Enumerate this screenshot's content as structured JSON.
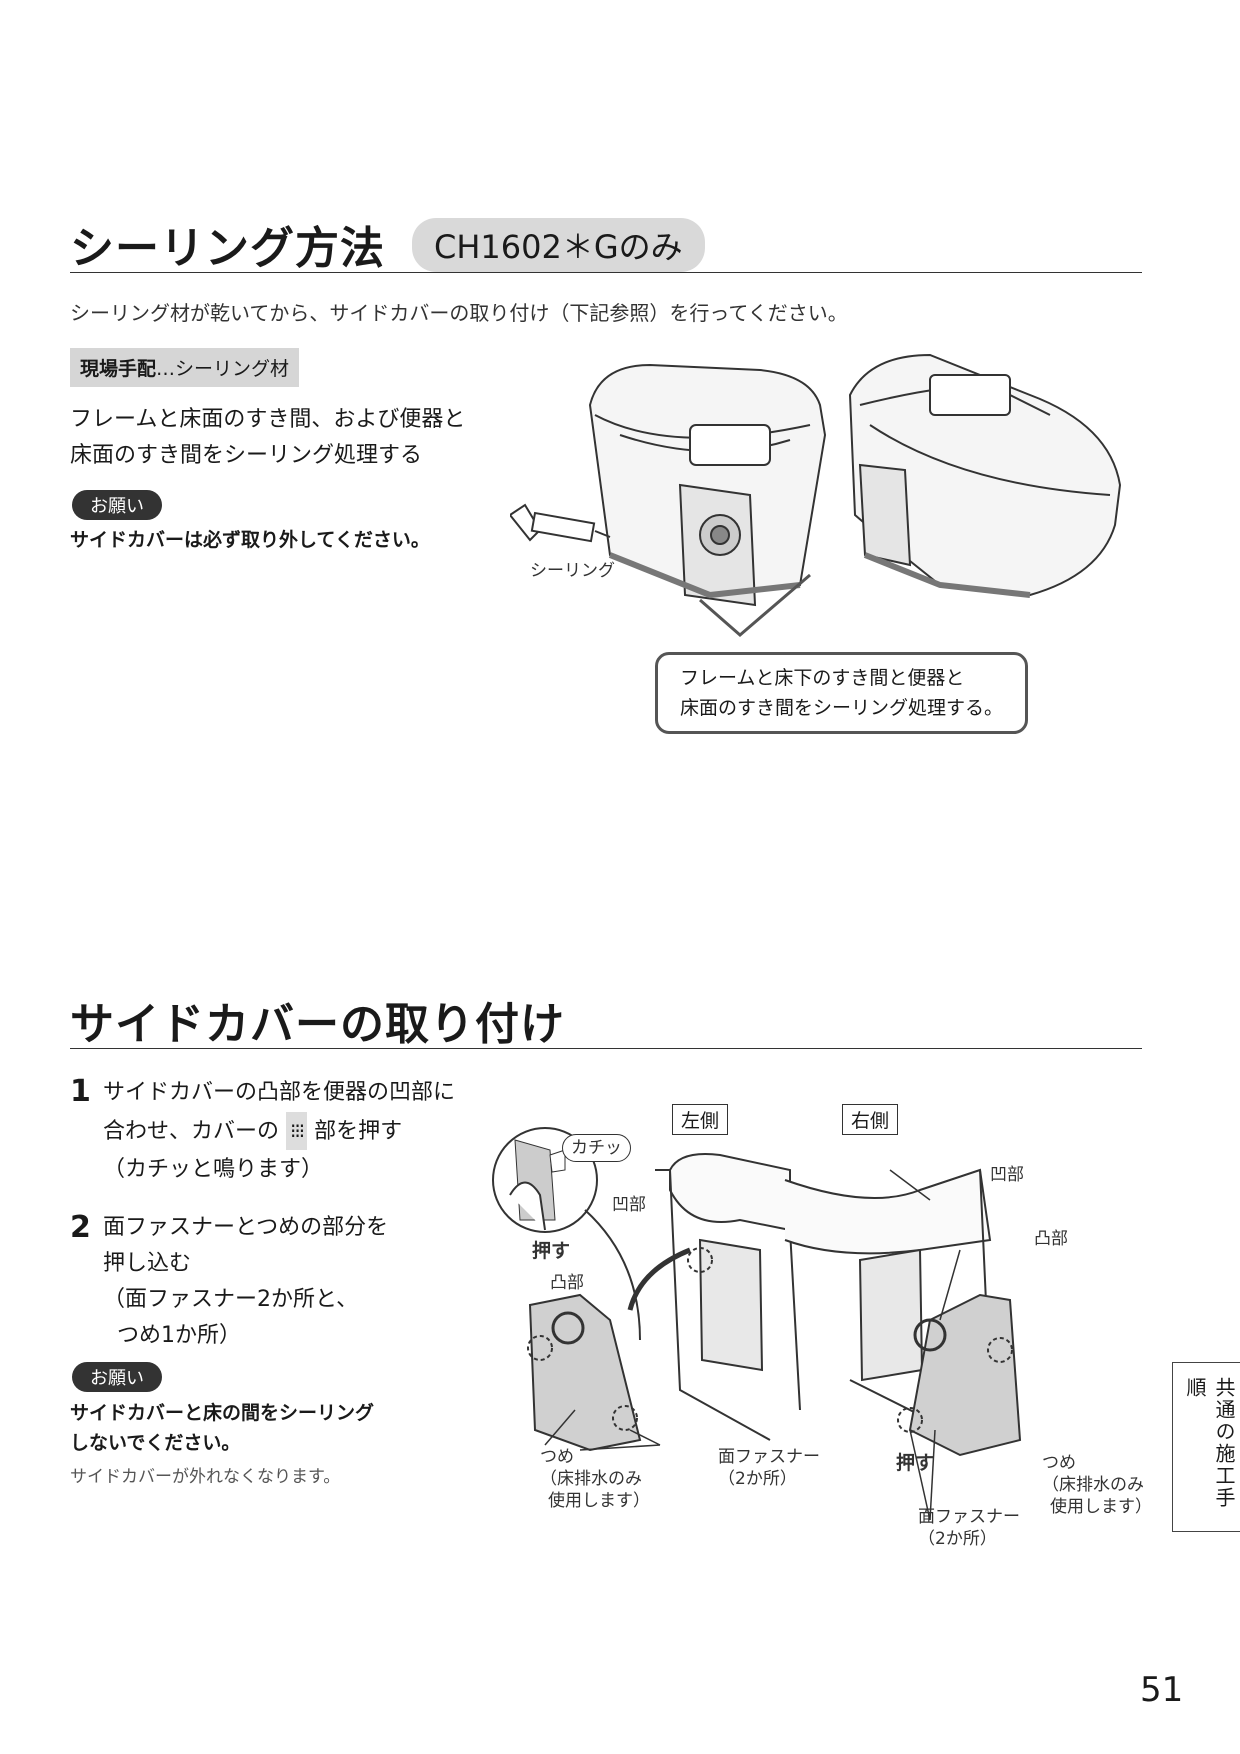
{
  "sealing": {
    "title": "シーリング方法",
    "model_badge": "CH1602＊Gのみ",
    "intro": "シーリング材が乾いてから、サイドカバーの取り付け（下記参照）を行ってください。",
    "tag_label": "現場手配",
    "tag_value": "…シーリング材",
    "body_line1": "フレームと床面のすき間、および便器と",
    "body_line2": "床面のすき間をシーリング処理する",
    "onegai": "お願い",
    "note": "サイドカバーは必ず取り外してください。",
    "figure_label": "シーリング",
    "callout_line1": "フレームと床下のすき間と便器と",
    "callout_line2": "床面のすき間をシーリング処理する。"
  },
  "sidecover": {
    "title": "サイドカバーの取り付け",
    "step1_num": "1",
    "step1_line1": "サイドカバーの凸部を便器の凹部に",
    "step1_line2a": "合わせ、カバーの",
    "step1_dots": "⁝⁝⁝",
    "step1_line2b": "部を押す",
    "step1_line3": "（カチッと鳴ります）",
    "step2_num": "2",
    "step2_line1": "面ファスナーとつめの部分を",
    "step2_line2": "押し込む",
    "step2_line3": "（面ファスナー2か所と、",
    "step2_line4": "つめ1か所）",
    "onegai": "お願い",
    "note_bold1": "サイドカバーと床の間をシーリング",
    "note_bold2": "しないでください。",
    "note_small": "サイドカバーが外れなくなります。",
    "fig": {
      "left_side": "左側",
      "right_side": "右側",
      "click": "カチッ",
      "push": "押す",
      "concave": "凹部",
      "convex": "凸部",
      "tsume1": "つめ",
      "tsume2": "（床排水のみ",
      "tsume3": "使用します）",
      "fastener1": "面ファスナー",
      "fastener2": "（2か所）"
    }
  },
  "side_tab": "共通の施工手順",
  "page_number": "51"
}
